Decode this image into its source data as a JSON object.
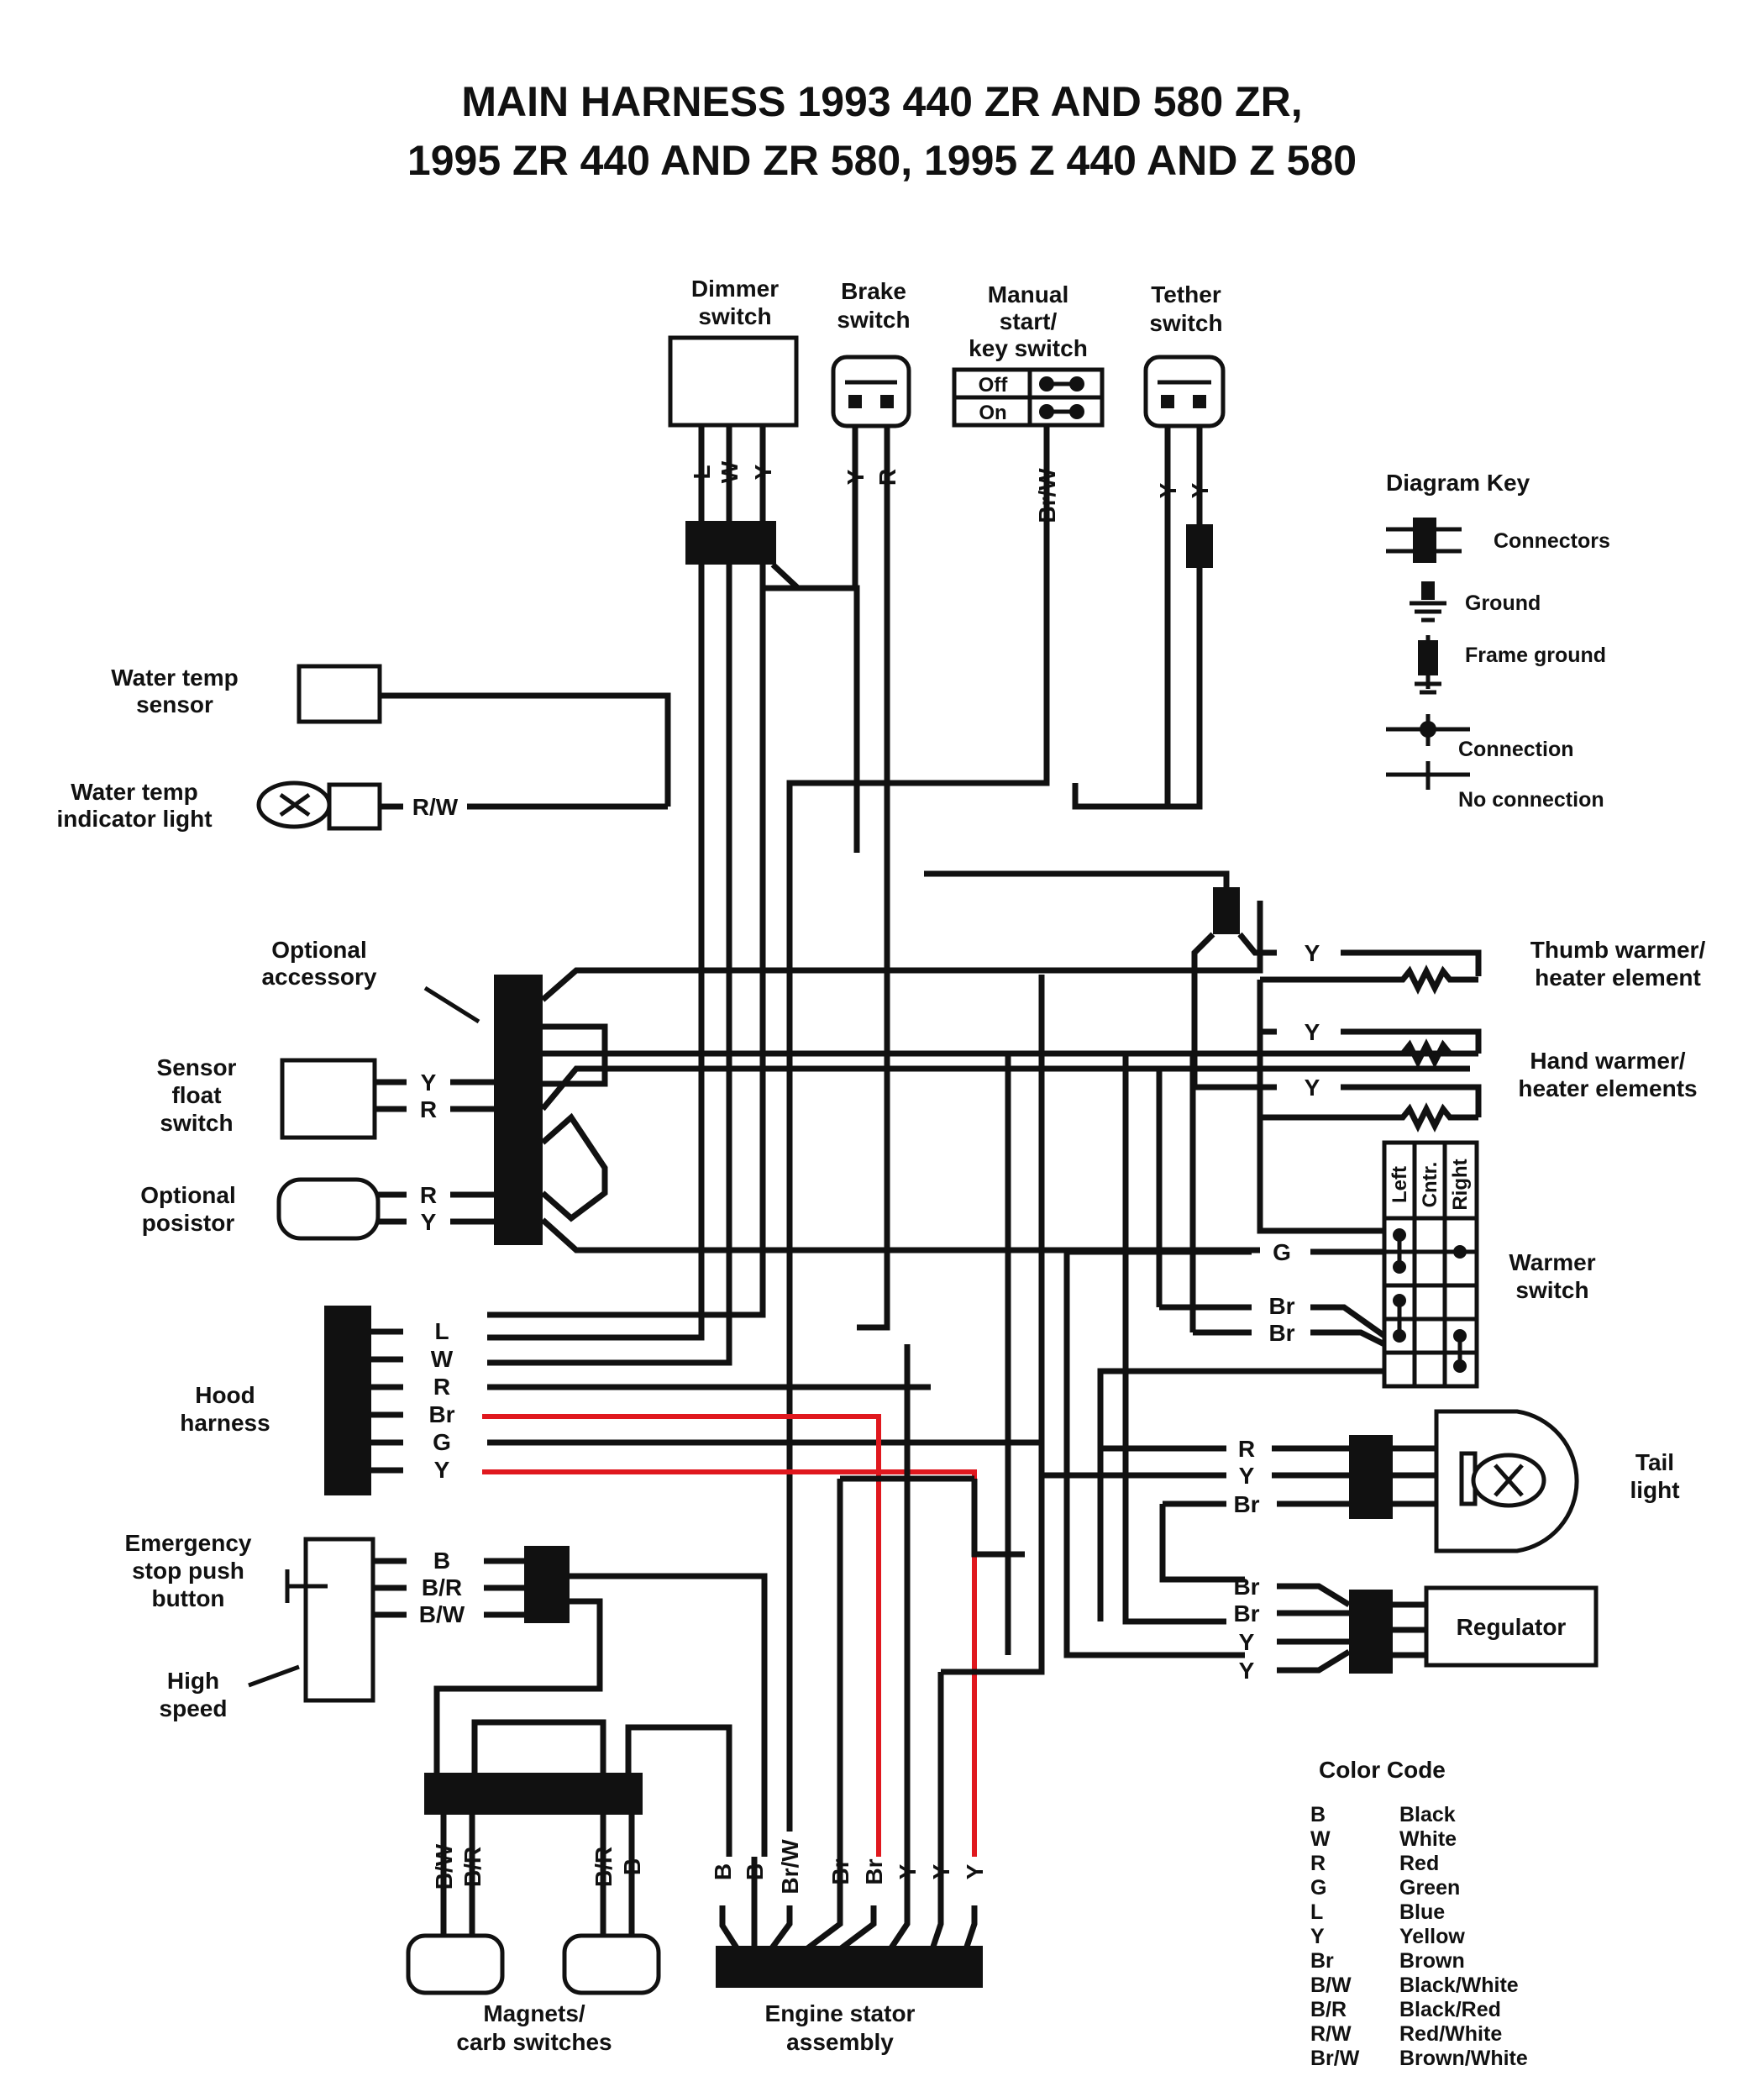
{
  "title": {
    "line1": "MAIN HARNESS 1993 440 ZR AND 580 ZR,",
    "line2": "1995 ZR 440 AND ZR 580, 1995 Z 440 AND Z 580"
  },
  "components": {
    "dimmer": [
      "Dimmer",
      "switch"
    ],
    "brake": [
      "Brake",
      "switch"
    ],
    "manual": [
      "Manual",
      "start/",
      "key switch"
    ],
    "tether": [
      "Tether",
      "switch"
    ],
    "key_off": "Off",
    "key_on": "On",
    "water_sensor": [
      "Water temp",
      "sensor"
    ],
    "water_light": [
      "Water temp",
      "indicator light"
    ],
    "optional_accessory": [
      "Optional",
      "accessory"
    ],
    "sensor_float": [
      "Sensor",
      "float",
      "switch"
    ],
    "posistor": [
      "Optional",
      "posistor"
    ],
    "hood": [
      "Hood",
      "harness"
    ],
    "estop": [
      "Emergency",
      "stop push",
      "button"
    ],
    "high_speed": [
      "High",
      "speed"
    ],
    "magnets": [
      "Magnets/",
      "carb switches"
    ],
    "stator": [
      "Engine stator",
      "assembly"
    ],
    "thumb": [
      "Thumb warmer/",
      "heater element"
    ],
    "hand": [
      "Hand warmer/",
      "heater elements"
    ],
    "warmer_switch": [
      "Warmer",
      "switch"
    ],
    "warmer_cols": [
      "Left",
      "Cntr.",
      "Right"
    ],
    "tail": [
      "Tail",
      "light"
    ],
    "regulator": "Regulator"
  },
  "wire_labels": {
    "dimmer": [
      "L",
      "W",
      "Y"
    ],
    "brake": [
      "Y",
      "R"
    ],
    "manual": "Br/W",
    "tether": [
      "Y",
      "Y"
    ],
    "water_light": "R/W",
    "sensor_float": [
      "Y",
      "R"
    ],
    "posistor": [
      "R",
      "Y"
    ],
    "hood": [
      "L",
      "W",
      "R",
      "Br",
      "G",
      "Y"
    ],
    "estop": [
      "B",
      "B/R",
      "B/W"
    ],
    "thumb": "Y",
    "hand": [
      "Y",
      "Y"
    ],
    "warmer": [
      "G",
      "Br",
      "Br"
    ],
    "tail": [
      "R",
      "Y",
      "Br"
    ],
    "regulator": [
      "Br",
      "Br",
      "Y",
      "Y"
    ],
    "magnets": [
      "B/W",
      "B/R",
      "B/R",
      "B"
    ],
    "stator": [
      "B",
      "B",
      "Br/W",
      "Br",
      "Br",
      "Y",
      "Y",
      "Y"
    ]
  },
  "key": {
    "title": "Diagram Key",
    "items": [
      "Connectors",
      "Ground",
      "Frame ground",
      "Connection",
      "No connection"
    ]
  },
  "color_code": {
    "title": "Color Code",
    "rows": [
      {
        "code": "B",
        "name": "Black"
      },
      {
        "code": "W",
        "name": "White"
      },
      {
        "code": "R",
        "name": "Red"
      },
      {
        "code": "G",
        "name": "Green"
      },
      {
        "code": "L",
        "name": "Blue"
      },
      {
        "code": "Y",
        "name": "Yellow"
      },
      {
        "code": "Br",
        "name": "Brown"
      },
      {
        "code": "B/W",
        "name": "Black/White"
      },
      {
        "code": "B/R",
        "name": "Black/Red"
      },
      {
        "code": "R/W",
        "name": "Red/White"
      },
      {
        "code": "Br/W",
        "name": "Brown/White"
      }
    ]
  },
  "colors": {
    "ink": "#111111",
    "highlight": "#e0181e",
    "background": "#ffffff"
  }
}
